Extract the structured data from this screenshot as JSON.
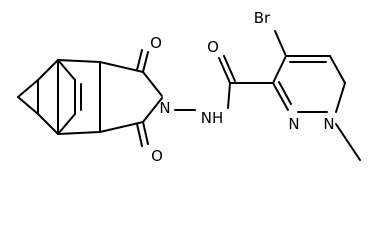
{
  "molecule": {
    "atoms": {
      "o_top_imide": "O",
      "o_bottom_imide": "O",
      "n_imide": "N",
      "nh_amide": "NH",
      "o_amide": "O",
      "br": "Br",
      "n_pyrazole_2": "N",
      "n_pyrazole_1": "N"
    }
  }
}
